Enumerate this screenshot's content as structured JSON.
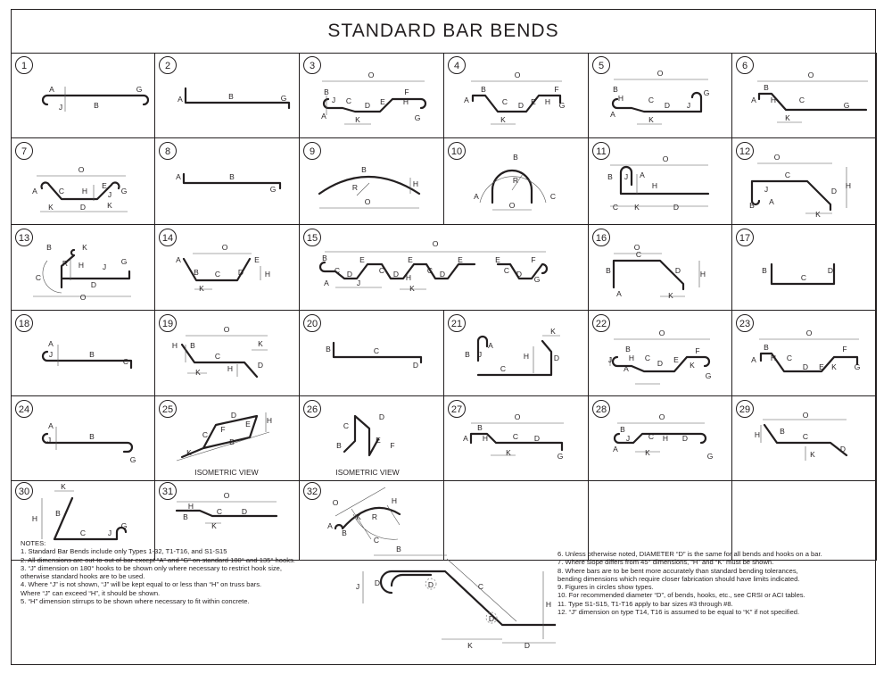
{
  "title": "STANDARD BAR BENDS",
  "cells": [
    {
      "num": "1",
      "labels": [
        "A",
        "J",
        "B",
        "G"
      ]
    },
    {
      "num": "2",
      "labels": [
        "A",
        "B",
        "G"
      ]
    },
    {
      "num": "3",
      "labels": [
        "O",
        "B",
        "J",
        "C",
        "D",
        "E",
        "F",
        "H",
        "G",
        "A",
        "K"
      ]
    },
    {
      "num": "4",
      "labels": [
        "O",
        "B",
        "C",
        "D",
        "E",
        "F",
        "A",
        "H",
        "G",
        "K"
      ]
    },
    {
      "num": "5",
      "labels": [
        "O",
        "B",
        "H",
        "C",
        "D",
        "J",
        "G",
        "A",
        "K"
      ]
    },
    {
      "num": "6",
      "labels": [
        "O",
        "B",
        "A",
        "H",
        "C",
        "G",
        "K"
      ]
    },
    {
      "num": "7",
      "labels": [
        "O",
        "A",
        "C",
        "H",
        "E",
        "J",
        "G",
        "K",
        "D",
        "K"
      ]
    },
    {
      "num": "8",
      "labels": [
        "A",
        "B",
        "G"
      ]
    },
    {
      "num": "9",
      "labels": [
        "B",
        "R",
        "H",
        "O"
      ]
    },
    {
      "num": "10",
      "labels": [
        "B",
        "R",
        "A",
        "O",
        "C"
      ]
    },
    {
      "num": "11",
      "labels": [
        "O",
        "B",
        "J",
        "A",
        "H",
        "C",
        "K",
        "D"
      ]
    },
    {
      "num": "12",
      "labels": [
        "O",
        "C",
        "J",
        "D",
        "H",
        "B",
        "A",
        "K"
      ]
    },
    {
      "num": "13",
      "labels": [
        "B",
        "K",
        "R",
        "H",
        "J",
        "G",
        "C",
        "D",
        "O"
      ]
    },
    {
      "num": "14",
      "labels": [
        "O",
        "A",
        "E",
        "B",
        "C",
        "D",
        "H",
        "K"
      ]
    },
    {
      "num": "15",
      "labels": [
        "O",
        "B",
        "C",
        "D",
        "E",
        "C",
        "D",
        "E",
        "C",
        "D",
        "E",
        "E",
        "C",
        "D",
        "F",
        "A",
        "J",
        "H",
        "K",
        "G"
      ]
    },
    {
      "num": "16",
      "labels": [
        "O",
        "C",
        "B",
        "D",
        "H",
        "A",
        "K"
      ]
    },
    {
      "num": "17",
      "labels": [
        "B",
        "D",
        "C"
      ]
    },
    {
      "num": "18",
      "labels": [
        "A",
        "J",
        "B",
        "C"
      ]
    },
    {
      "num": "19",
      "labels": [
        "O",
        "H",
        "B",
        "C",
        "K",
        "D",
        "H",
        "K"
      ]
    },
    {
      "num": "20",
      "labels": [
        "B",
        "C",
        "D"
      ]
    },
    {
      "num": "21",
      "labels": [
        "K",
        "A",
        "B",
        "J",
        "H",
        "D",
        "C"
      ]
    },
    {
      "num": "22",
      "labels": [
        "O",
        "B",
        "J",
        "H",
        "C",
        "D",
        "E",
        "F",
        "A",
        "K",
        "G"
      ]
    },
    {
      "num": "23",
      "labels": [
        "O",
        "B",
        "A",
        "H",
        "C",
        "D",
        "E",
        "F",
        "K",
        "G"
      ]
    },
    {
      "num": "24",
      "labels": [
        "A",
        "J",
        "B",
        "G"
      ]
    },
    {
      "num": "25",
      "labels": [
        "D",
        "H",
        "E",
        "C",
        "F",
        "B",
        "K",
        "ISOMETRIC VIEW"
      ]
    },
    {
      "num": "26",
      "labels": [
        "D",
        "C",
        "E",
        "B",
        "F",
        "ISOMETRIC VIEW"
      ]
    },
    {
      "num": "27",
      "labels": [
        "O",
        "A",
        "B",
        "H",
        "C",
        "D",
        "G",
        "K"
      ]
    },
    {
      "num": "28",
      "labels": [
        "O",
        "B",
        "J",
        "C",
        "H",
        "D",
        "A",
        "K",
        "G"
      ]
    },
    {
      "num": "29",
      "labels": [
        "O",
        "H",
        "B",
        "C",
        "K",
        "D"
      ]
    },
    {
      "num": "30",
      "labels": [
        "K",
        "H",
        "B",
        "C",
        "J",
        "G"
      ]
    },
    {
      "num": "31",
      "labels": [
        "O",
        "B",
        "C",
        "D",
        "H",
        "K"
      ]
    },
    {
      "num": "32",
      "labels": [
        "O",
        "A",
        "K",
        "R",
        "H",
        "B",
        "C"
      ]
    }
  ],
  "notes": {
    "heading": "NOTES:",
    "left": [
      "1.  Standard Bar Bends include only Types 1-32, T1-T16, and S1-S15",
      "2.  All dimensions are out-to-out of bar except “A” and “G” on standard 180° and 135° hooks.",
      "3.  “J” dimension on 180° hooks to be shown only where necessary to restrict hook size,",
      "     otherwise standard hooks are to be used.",
      "4.  Where “J” is not shown, “J” will be kept equal to or less than “H” on truss bars.",
      "     Where “J” can exceed “H”, it should be shown.",
      "5.  “H” dimension stirrups to be shown where necessary to fit within concrete."
    ],
    "right": [
      "6.    Unless otherwise noted, DIAMETER “D” is the same for all bends and hooks on a bar.",
      "7.    Where slope differs from 45° dimensions, “H” and “K” must be shown.",
      "8.    Where bars are to be bent more accurately than standard bending tolerances,",
      "       bending dimensions which require closer fabrication should have limits indicated.",
      "9.    Figures in circles show types.",
      "10.  For recommended diameter “D”, of bends, hooks, etc., see CRSI or ACI tables.",
      "11.  Type S1-S15, T1-T16 apply to bar sizes #3 through #8.",
      "12.  “J” dimension on type T14, T16 is assumed to be equal to “K” if not specified."
    ],
    "diagram_labels": [
      "B",
      "J",
      "C",
      "D",
      "D",
      "D",
      "H",
      "K",
      "D"
    ]
  }
}
